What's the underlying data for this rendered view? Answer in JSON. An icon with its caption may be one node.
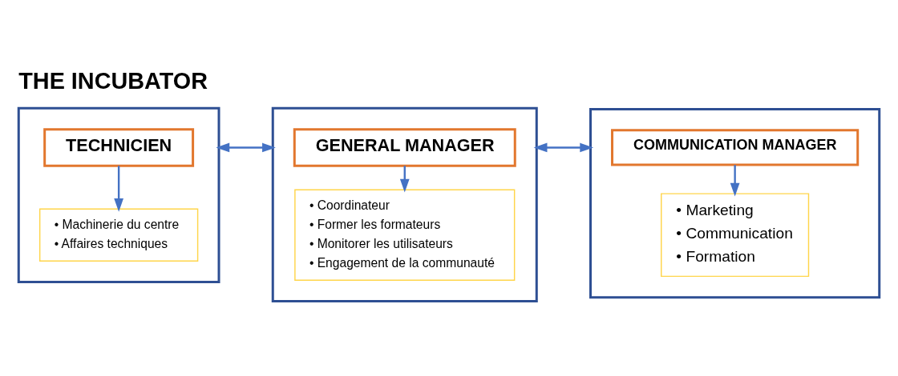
{
  "diagram": {
    "title": "THE INCUBATOR",
    "nodes": [
      {
        "text": [],
        "shape": "box"
      },
      {
        "text": [
          "TECHNICIEN"
        ],
        "in": 0
      },
      {
        "text": [
          "• Machinerie du centre",
          "• Affaires techniques"
        ],
        "in": 0
      },
      {
        "text": [],
        "shape": "box"
      },
      {
        "text": [
          "GENERAL MANAGER"
        ],
        "in": 3
      },
      {
        "text": [
          "• Coordinateur",
          "• Former les formateurs",
          "• Monitorer les utilisateurs",
          "• Engagement de la communauté"
        ],
        "in": 3
      },
      {
        "text": [],
        "shape": "box"
      },
      {
        "text": [
          "COMMUNICATION MANAGER"
        ],
        "in": 6
      },
      {
        "text": [
          "• Marketing",
          "• Communication",
          "• Formation"
        ],
        "in": 6
      }
    ],
    "edges": [
      {
        "from": 3,
        "to": 0,
        "arrow": "both"
      },
      {
        "from": 3,
        "to": 6,
        "arrow": "both"
      },
      {
        "from": 1,
        "to": 2,
        "arrow": "to"
      },
      {
        "from": 4,
        "to": 5,
        "arrow": "to"
      },
      {
        "from": 7,
        "to": 8,
        "arrow": "to"
      }
    ]
  }
}
